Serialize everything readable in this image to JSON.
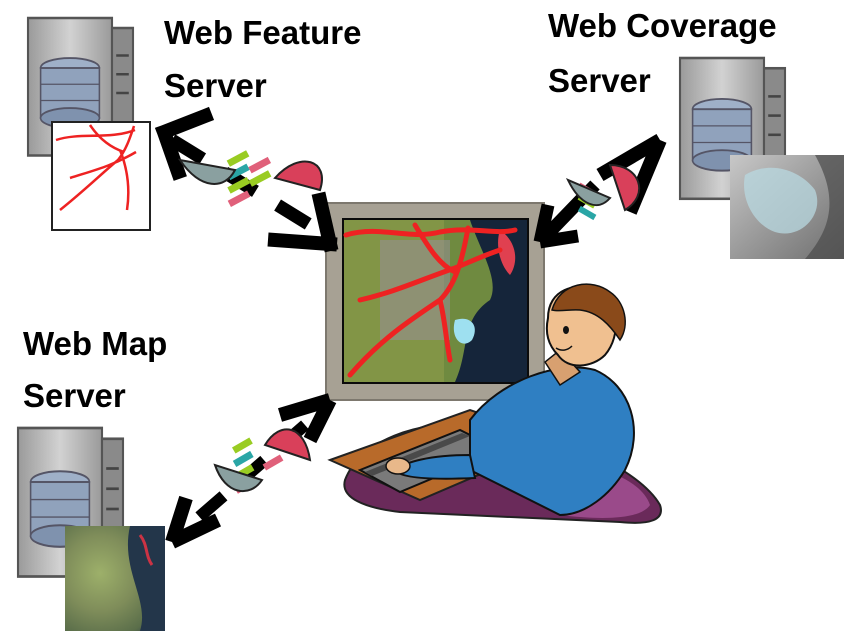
{
  "labels": {
    "wfs": [
      "Web Feature",
      "Server"
    ],
    "wcs": [
      "Web Coverage",
      "Server"
    ],
    "wms": [
      "Web Map",
      "Server"
    ]
  },
  "colors": {
    "route_red": "#ee2222",
    "frame_gray": "#a7a194",
    "server_gray": "#b8b8b8",
    "shirt_blue": "#2f7fc2",
    "packet_green": "#99cc22",
    "packet_teal": "#2aa6a6",
    "packet_pink": "#e0607a",
    "dish_red": "#d9405a",
    "dish_gray": "#8aa0a0"
  }
}
